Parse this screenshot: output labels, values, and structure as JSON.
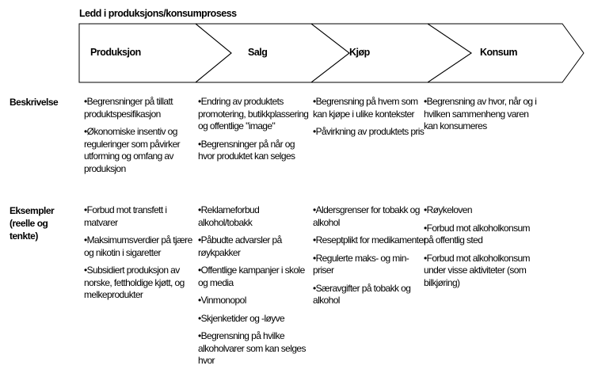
{
  "title": "Ledd i produksjons/konsumprosess",
  "stages": [
    "Produksjon",
    "Salg",
    "Kjøp",
    "Konsum"
  ],
  "rows": [
    {
      "label": "Beskrivelse",
      "columns": [
        [
          "•Begrensninger på tillatt produktspesifikasjon",
          "•Økonomiske insentiv og reguleringer som påvirker utforming og omfang av produksjon"
        ],
        [
          "•Endring av produktets promotering, butikkplassering og offentlige \"image\"",
          "•Begrensninger på når og hvor produktet kan selges"
        ],
        [
          "•Begrensning på hvem som kan kjøpe i ulike kontekster",
          "•Påvirkning av produktets pris"
        ],
        [
          "•Begrensning av hvor, når og i hvilken sammenheng varen kan konsumeres"
        ]
      ]
    },
    {
      "label": "Eksempler (reelle og tenkte)",
      "columns": [
        [
          "•Forbud mot transfett i matvarer",
          "•Maksimumsverdier på tjære og nikotin i sigaretter",
          "•Subsidiert produksjon av norske, fettholdige kjøtt, og melkeprodukter"
        ],
        [
          "•Reklameforbud alkohol/tobakk",
          "•Påbudte advarsler på røykpakker",
          "•Offentlige kampanjer i skole og media",
          "•Vinmonopol",
          "•Skjenketider og -løyve",
          "•Begrensning på hvilke alkoholvarer som kan selges hvor"
        ],
        [
          "•Aldersgrenser for tobakk og alkohol",
          "•Reseptplikt for medikamenter",
          "•Regulerte maks- og min-priser",
          "•Særavgifter på tobakk og alkohol"
        ],
        [
          "•Røykeloven",
          "•Forbud mot alkoholkonsum på offentlig sted",
          "•Forbud mot alkoholkonsum under visse aktiviteter (som bilkjøring)"
        ]
      ]
    }
  ]
}
